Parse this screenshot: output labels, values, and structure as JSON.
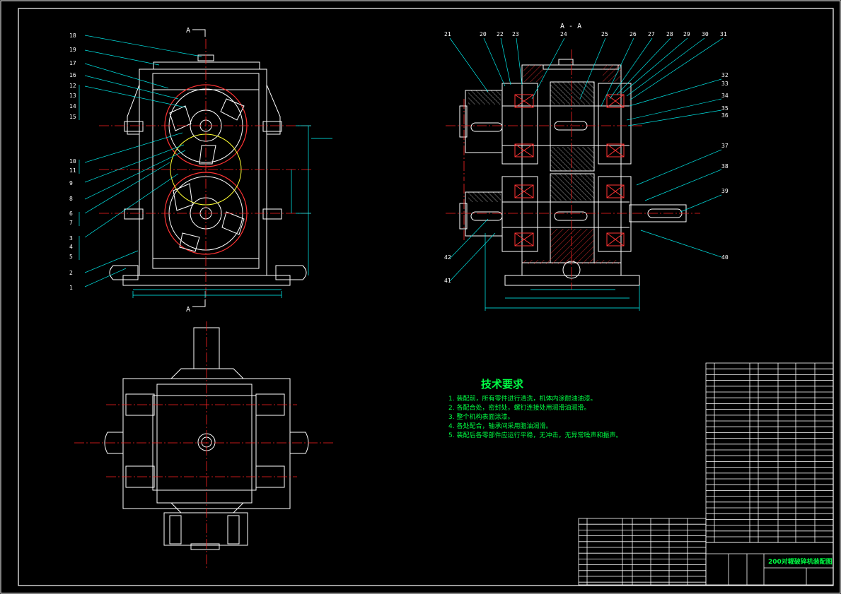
{
  "sheet": {
    "background": "#000000",
    "colors": {
      "outline": "#ffffff",
      "center": "#ff2222",
      "leader": "#00e5e5",
      "hatch": "#ff3333",
      "text": "#00ff44",
      "gear": "#ffff33",
      "dim": "#00ffff"
    }
  },
  "section_mark": "A",
  "section_title": "A - A",
  "front_view_labels": [
    "1",
    "2",
    "3",
    "4",
    "5",
    "6",
    "7",
    "8",
    "9",
    "10",
    "11",
    "12",
    "13",
    "14",
    "15",
    "16",
    "17",
    "18",
    "19"
  ],
  "section_view_labels_top": [
    "21",
    "20",
    "22",
    "23",
    "24",
    "25",
    "26",
    "27",
    "28",
    "29",
    "30",
    "31"
  ],
  "section_view_labels_right": [
    "32",
    "33",
    "34",
    "35",
    "36",
    "37",
    "38",
    "39",
    "40"
  ],
  "section_view_labels_left": [
    "42",
    "41"
  ],
  "tech": {
    "title": "技术要求",
    "items": [
      "1.  装配前，所有零件进行清洗，机体内涂耐油油漆。",
      "2.  各配合处，密封处，螺钉连接处用润滑油润滑。",
      "3.  整个机构表面涂漆。",
      "4.  各处配合，轴承间采用脂油润滑。",
      "5.  装配后各零部件应运行平稳，无冲击，无异常噪声和振声。"
    ]
  },
  "title_block": {
    "drawing_name": "200对辊破碎机装配图"
  }
}
